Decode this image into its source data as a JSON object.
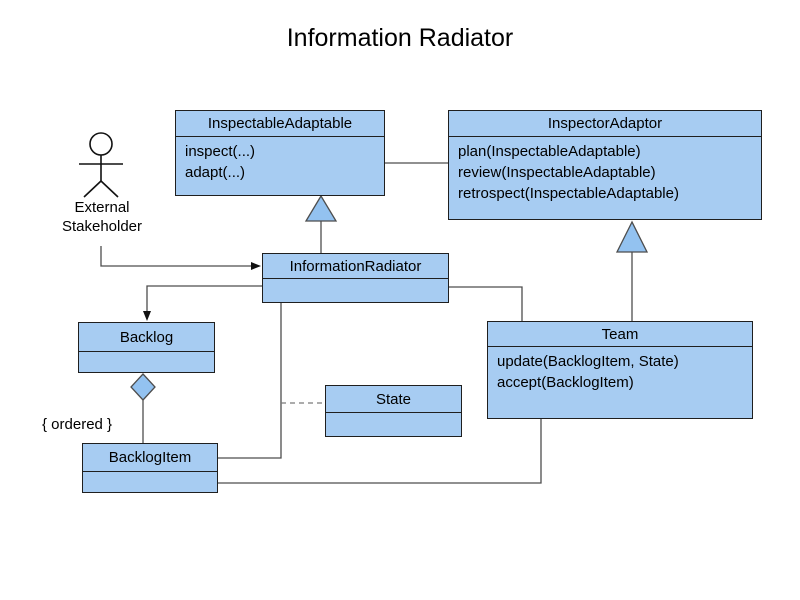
{
  "title": "Information Radiator",
  "actor": {
    "label_line1": "External",
    "label_line2": "Stakeholder"
  },
  "annotations": {
    "ordered": "{ ordered }"
  },
  "classes": {
    "inspectableAdaptable": {
      "name": "InspectableAdaptable",
      "methods": [
        "inspect(...)",
        "adapt(...)"
      ]
    },
    "inspectorAdaptor": {
      "name": "InspectorAdaptor",
      "methods": [
        "plan(InspectableAdaptable)",
        "review(InspectableAdaptable)",
        "retrospect(InspectableAdaptable)"
      ]
    },
    "informationRadiator": {
      "name": "InformationRadiator",
      "methods": []
    },
    "backlog": {
      "name": "Backlog",
      "methods": []
    },
    "backlogItem": {
      "name": "BacklogItem",
      "methods": []
    },
    "state": {
      "name": "State",
      "methods": []
    },
    "team": {
      "name": "Team",
      "methods": [
        "update(BacklogItem, State)",
        "accept(BacklogItem)"
      ]
    }
  },
  "relationships": [
    {
      "type": "association",
      "from": "External Stakeholder",
      "to": "InformationRadiator",
      "arrow": "open"
    },
    {
      "type": "association",
      "from": "InspectableAdaptable",
      "to": "InspectorAdaptor"
    },
    {
      "type": "generalization",
      "from": "InformationRadiator",
      "to": "InspectableAdaptable"
    },
    {
      "type": "generalization",
      "from": "Team",
      "to": "InspectorAdaptor"
    },
    {
      "type": "association",
      "from": "InformationRadiator",
      "to": "Backlog",
      "arrow": "open"
    },
    {
      "type": "aggregation",
      "from": "Backlog",
      "to": "BacklogItem",
      "label": "{ ordered }"
    },
    {
      "type": "association",
      "from": "InformationRadiator",
      "to": "BacklogItem"
    },
    {
      "type": "dependency",
      "from": "InformationRadiator-BacklogItem link",
      "to": "State",
      "style": "dashed"
    },
    {
      "type": "association",
      "from": "InformationRadiator",
      "to": "Team"
    },
    {
      "type": "association",
      "from": "Team",
      "to": "BacklogItem"
    }
  ],
  "colors": {
    "box_fill": "#A7CCF2",
    "box_border": "#1F1F1F",
    "line_color": "#4D4D4D",
    "marker_fill": "#93C2F0"
  }
}
